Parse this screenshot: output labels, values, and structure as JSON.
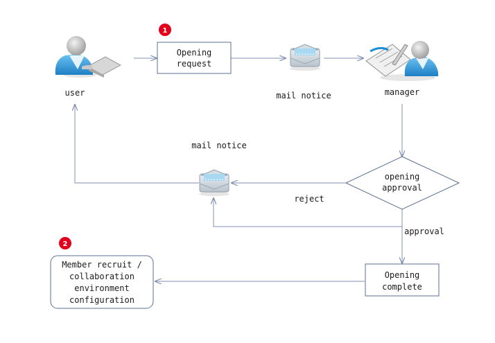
{
  "nodes": {
    "user": {
      "label": "user"
    },
    "manager": {
      "label": "manager"
    },
    "opening_request": {
      "line1": "Opening",
      "line2": "request"
    },
    "opening_approval": {
      "line1": "opening",
      "line2": "approval"
    },
    "opening_complete": {
      "line1": "Opening",
      "line2": "complete"
    },
    "member_recruit": {
      "line1": "Member recruit /",
      "line2": "collaboration",
      "line3": "environment",
      "line4": "configuration"
    }
  },
  "labels": {
    "mail_notice_top": "mail notice",
    "mail_notice_left": "mail notice",
    "reject": "reject",
    "approval": "approval"
  },
  "badges": {
    "step1": "1",
    "step2": "2"
  },
  "colors": {
    "arrow": "#7f8fb0",
    "box_border": "#5a6f93",
    "badge": "#e3001b",
    "person_blue": "#1e8fd6",
    "person_gray": "#b8b8b8"
  }
}
